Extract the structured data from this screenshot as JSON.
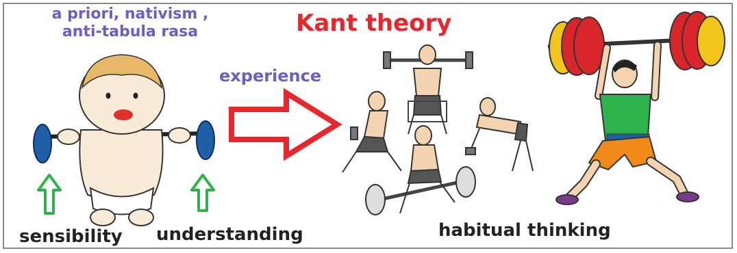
{
  "title": "Kant theory",
  "apriori_line1": "a priori, nativism ,",
  "apriori_line2": "anti-tabula rasa",
  "experience": "experience",
  "sensibility": "sensibility",
  "understanding": "understanding",
  "habitual_thinking": "habitual thinking",
  "colors": {
    "title": "#e8262b",
    "annotation": "#6a5fc8",
    "arrow_big": "#e8262b",
    "arrow_small": "#2db34a",
    "weight_blue": "#1f5fa8",
    "weight_red": "#d9262b",
    "weight_yellow": "#f2c51a"
  }
}
